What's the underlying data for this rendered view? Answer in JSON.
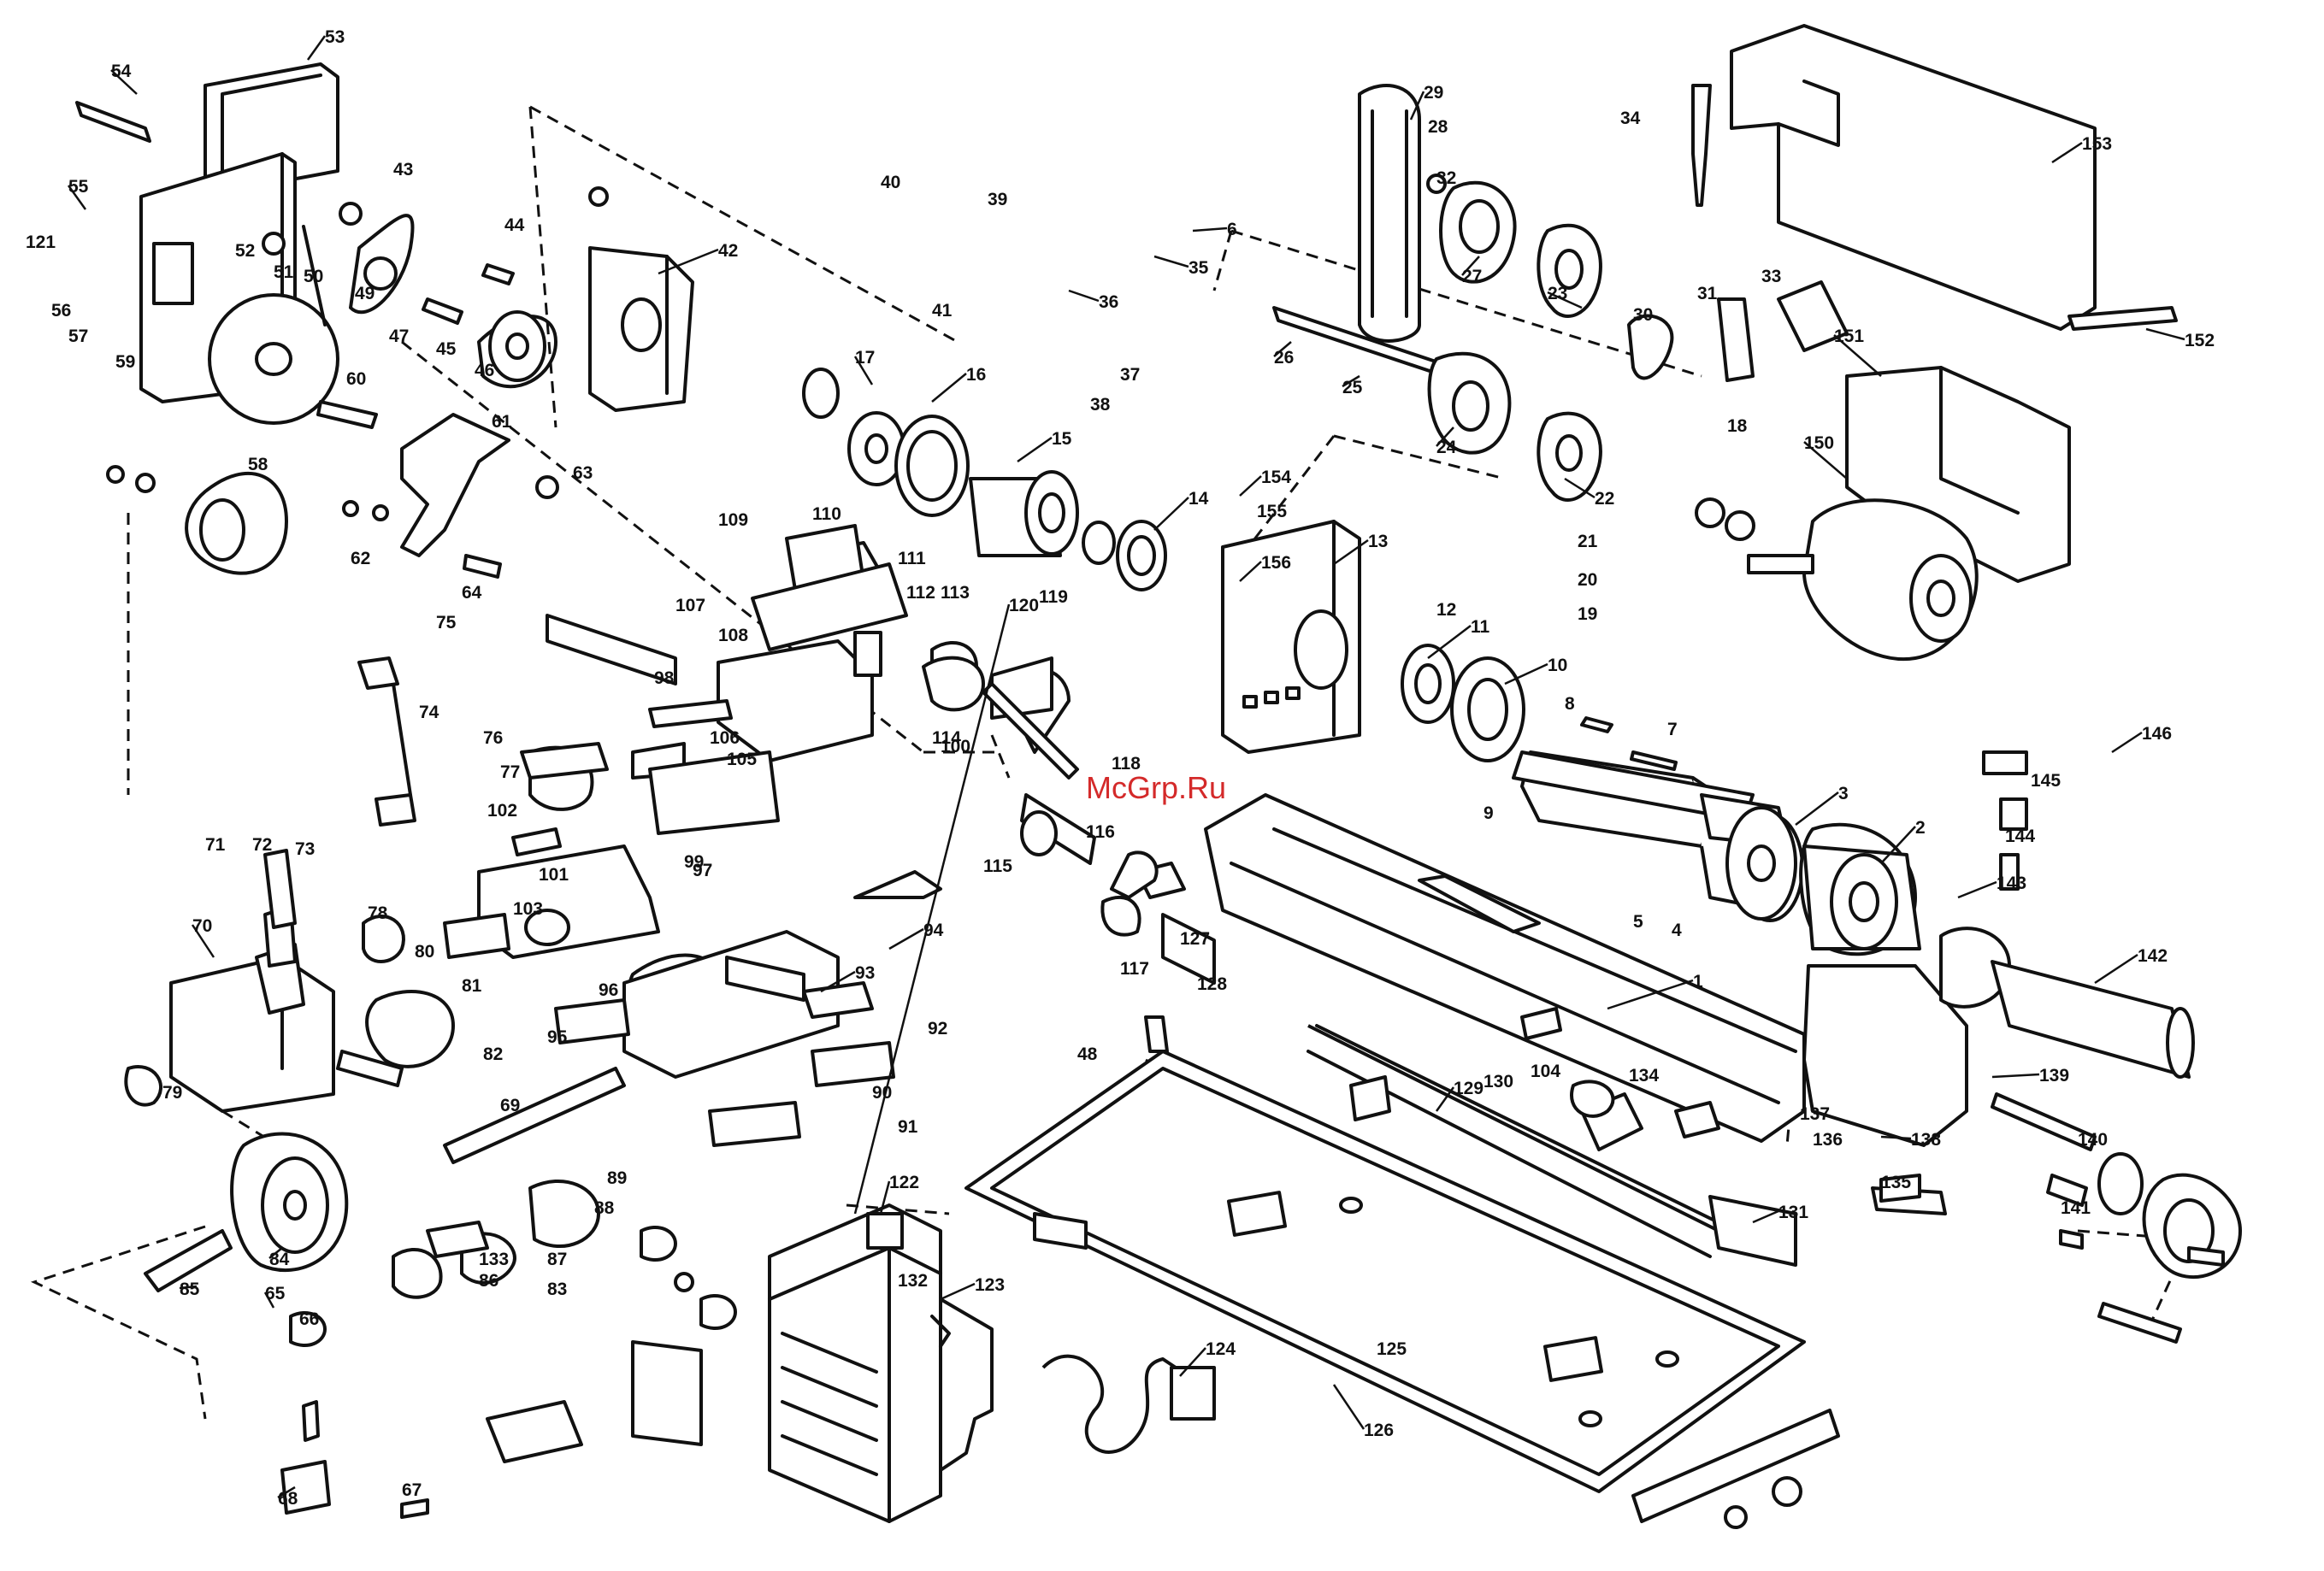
{
  "watermark": "McGrp.Ru",
  "parts": [
    {
      "id": "p1",
      "label": "1"
    },
    {
      "id": "p2",
      "label": "2"
    },
    {
      "id": "p3",
      "label": "3"
    },
    {
      "id": "p4",
      "label": "4"
    },
    {
      "id": "p5",
      "label": "5"
    },
    {
      "id": "p6",
      "label": "6"
    },
    {
      "id": "p7",
      "label": "7"
    },
    {
      "id": "p8",
      "label": "8"
    },
    {
      "id": "p9",
      "label": "9"
    },
    {
      "id": "p10",
      "label": "10"
    },
    {
      "id": "p11",
      "label": "11"
    },
    {
      "id": "p12",
      "label": "12"
    },
    {
      "id": "p13",
      "label": "13"
    },
    {
      "id": "p14",
      "label": "14"
    },
    {
      "id": "p15",
      "label": "15"
    },
    {
      "id": "p16",
      "label": "16"
    },
    {
      "id": "p17",
      "label": "17"
    },
    {
      "id": "p18",
      "label": "18"
    },
    {
      "id": "p19",
      "label": "19"
    },
    {
      "id": "p20",
      "label": "20"
    },
    {
      "id": "p21",
      "label": "21"
    },
    {
      "id": "p22",
      "label": "22"
    },
    {
      "id": "p23",
      "label": "23"
    },
    {
      "id": "p24",
      "label": "24"
    },
    {
      "id": "p25",
      "label": "25"
    },
    {
      "id": "p26",
      "label": "26"
    },
    {
      "id": "p27",
      "label": "27"
    },
    {
      "id": "p28",
      "label": "28"
    },
    {
      "id": "p29",
      "label": "29"
    },
    {
      "id": "p30",
      "label": "30"
    },
    {
      "id": "p31",
      "label": "31"
    },
    {
      "id": "p32",
      "label": "32"
    },
    {
      "id": "p33",
      "label": "33"
    },
    {
      "id": "p34",
      "label": "34"
    },
    {
      "id": "p35",
      "label": "35"
    },
    {
      "id": "p36",
      "label": "36"
    },
    {
      "id": "p37",
      "label": "37"
    },
    {
      "id": "p38",
      "label": "38"
    },
    {
      "id": "p39",
      "label": "39"
    },
    {
      "id": "p40",
      "label": "40"
    },
    {
      "id": "p41",
      "label": "41"
    },
    {
      "id": "p42",
      "label": "42"
    },
    {
      "id": "p43",
      "label": "43"
    },
    {
      "id": "p44",
      "label": "44"
    },
    {
      "id": "p45",
      "label": "45"
    },
    {
      "id": "p46",
      "label": "46"
    },
    {
      "id": "p47",
      "label": "47"
    },
    {
      "id": "p48",
      "label": "48"
    },
    {
      "id": "p49",
      "label": "49"
    },
    {
      "id": "p50",
      "label": "50"
    },
    {
      "id": "p51",
      "label": "51"
    },
    {
      "id": "p52",
      "label": "52"
    },
    {
      "id": "p53",
      "label": "53"
    },
    {
      "id": "p54",
      "label": "54"
    },
    {
      "id": "p55",
      "label": "55"
    },
    {
      "id": "p56",
      "label": "56"
    },
    {
      "id": "p57",
      "label": "57"
    },
    {
      "id": "p58",
      "label": "58"
    },
    {
      "id": "p59",
      "label": "59"
    },
    {
      "id": "p60",
      "label": "60"
    },
    {
      "id": "p61",
      "label": "61"
    },
    {
      "id": "p62",
      "label": "62"
    },
    {
      "id": "p63",
      "label": "63"
    },
    {
      "id": "p64",
      "label": "64"
    },
    {
      "id": "p65",
      "label": "65"
    },
    {
      "id": "p66",
      "label": "66"
    },
    {
      "id": "p67",
      "label": "67"
    },
    {
      "id": "p68",
      "label": "68"
    },
    {
      "id": "p69",
      "label": "69"
    },
    {
      "id": "p70",
      "label": "70"
    },
    {
      "id": "p71",
      "label": "71"
    },
    {
      "id": "p72",
      "label": "72"
    },
    {
      "id": "p73",
      "label": "73"
    },
    {
      "id": "p74",
      "label": "74"
    },
    {
      "id": "p75",
      "label": "75"
    },
    {
      "id": "p76",
      "label": "76"
    },
    {
      "id": "p77",
      "label": "77"
    },
    {
      "id": "p78",
      "label": "78"
    },
    {
      "id": "p79",
      "label": "79"
    },
    {
      "id": "p80",
      "label": "80"
    },
    {
      "id": "p81",
      "label": "81"
    },
    {
      "id": "p82",
      "label": "82"
    },
    {
      "id": "p83",
      "label": "83"
    },
    {
      "id": "p84",
      "label": "84"
    },
    {
      "id": "p85",
      "label": "85"
    },
    {
      "id": "p86",
      "label": "86"
    },
    {
      "id": "p87",
      "label": "87"
    },
    {
      "id": "p88",
      "label": "88"
    },
    {
      "id": "p89",
      "label": "89"
    },
    {
      "id": "p90",
      "label": "90"
    },
    {
      "id": "p91",
      "label": "91"
    },
    {
      "id": "p92",
      "label": "92"
    },
    {
      "id": "p93",
      "label": "93"
    },
    {
      "id": "p94",
      "label": "94"
    },
    {
      "id": "p95",
      "label": "95"
    },
    {
      "id": "p96",
      "label": "96"
    },
    {
      "id": "p97",
      "label": "97"
    },
    {
      "id": "p98",
      "label": "98"
    },
    {
      "id": "p99",
      "label": "99"
    },
    {
      "id": "p100",
      "label": "100"
    },
    {
      "id": "p101",
      "label": "101"
    },
    {
      "id": "p102",
      "label": "102"
    },
    {
      "id": "p103",
      "label": "103"
    },
    {
      "id": "p104",
      "label": "104"
    },
    {
      "id": "p105",
      "label": "105"
    },
    {
      "id": "p106",
      "label": "106"
    },
    {
      "id": "p107",
      "label": "107"
    },
    {
      "id": "p108",
      "label": "108"
    },
    {
      "id": "p109",
      "label": "109"
    },
    {
      "id": "p110",
      "label": "110"
    },
    {
      "id": "p111",
      "label": "111"
    },
    {
      "id": "p112",
      "label": "112"
    },
    {
      "id": "p113",
      "label": "113"
    },
    {
      "id": "p114",
      "label": "114"
    },
    {
      "id": "p115",
      "label": "115"
    },
    {
      "id": "p116",
      "label": "116"
    },
    {
      "id": "p117",
      "label": "117"
    },
    {
      "id": "p118",
      "label": "118"
    },
    {
      "id": "p119",
      "label": "119"
    },
    {
      "id": "p120",
      "label": "120"
    },
    {
      "id": "p121",
      "label": "121"
    },
    {
      "id": "p122",
      "label": "122"
    },
    {
      "id": "p123",
      "label": "123"
    },
    {
      "id": "p124",
      "label": "124"
    },
    {
      "id": "p125",
      "label": "125"
    },
    {
      "id": "p126",
      "label": "126"
    },
    {
      "id": "p127",
      "label": "127"
    },
    {
      "id": "p128",
      "label": "128"
    },
    {
      "id": "p129",
      "label": "129"
    },
    {
      "id": "p130",
      "label": "130"
    },
    {
      "id": "p131",
      "label": "131"
    },
    {
      "id": "p132",
      "label": "132"
    },
    {
      "id": "p133",
      "label": "133"
    },
    {
      "id": "p134",
      "label": "134"
    },
    {
      "id": "p135",
      "label": "135"
    },
    {
      "id": "p136",
      "label": "136"
    },
    {
      "id": "p137",
      "label": "137"
    },
    {
      "id": "p138",
      "label": "138"
    },
    {
      "id": "p139",
      "label": "139"
    },
    {
      "id": "p140",
      "label": "140"
    },
    {
      "id": "p141",
      "label": "141"
    },
    {
      "id": "p142",
      "label": "142"
    },
    {
      "id": "p143",
      "label": "143"
    },
    {
      "id": "p144",
      "label": "144"
    },
    {
      "id": "p145",
      "label": "145"
    },
    {
      "id": "p146",
      "label": "146"
    },
    {
      "id": "p150",
      "label": "150"
    },
    {
      "id": "p151",
      "label": "151"
    },
    {
      "id": "p152",
      "label": "152"
    },
    {
      "id": "p153",
      "label": "153"
    },
    {
      "id": "p154",
      "label": "154"
    },
    {
      "id": "p155",
      "label": "155"
    },
    {
      "id": "p156",
      "label": "156"
    }
  ]
}
